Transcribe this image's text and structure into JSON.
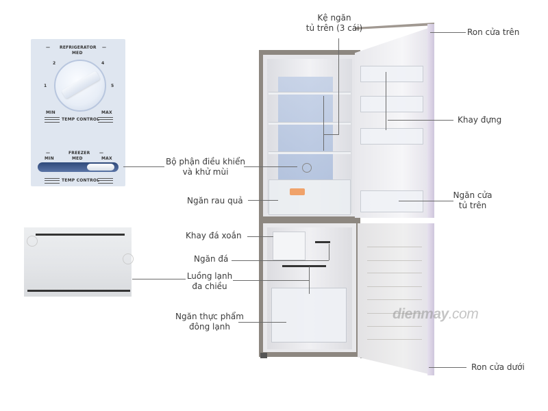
{
  "image": {
    "subject": "Refrigerator parts diagram",
    "watermark": {
      "brand": "dienmay",
      "suffix": ".com"
    }
  },
  "control_panel": {
    "refrigerator_title": "REFRIGERATOR",
    "refrigerator_med": "MED",
    "dial_numbers": [
      "1",
      "2",
      "4",
      "5"
    ],
    "min": "MIN",
    "max": "MAX",
    "temp_control": "TEMP CONTROL",
    "freezer_title": "FREEZER",
    "freezer_min": "MIN",
    "freezer_med": "MED",
    "freezer_max": "MAX",
    "freezer_temp_control": "TEMP CONTROL"
  },
  "labels": {
    "ke_ngan_line1": "Kệ ngăn",
    "ke_ngan_line2": "tủ trên (3 cái)",
    "ron_cua_tren": "Ron cửa trên",
    "khay_dung": "Khay đựng",
    "bo_phan_line1": "Bộ phận điều khiển",
    "bo_phan_line2": "và khử mùi",
    "ngan_rau_qua": "Ngăn rau quả",
    "ngan_cua_line1": "Ngăn cửa",
    "ngan_cua_line2": "tủ trên",
    "khay_da_xoan": "Khay đá xoắn",
    "ngan_da": "Ngăn đá",
    "luong_lanh_line1": "Luồng lạnh",
    "luong_lanh_line2": "đa chiều",
    "ngan_thuc_pham_line1": "Ngăn thực phẩm",
    "ngan_thuc_pham_line2": "đông lạnh",
    "ron_cua_duoi": "Ron cửa dưới"
  }
}
